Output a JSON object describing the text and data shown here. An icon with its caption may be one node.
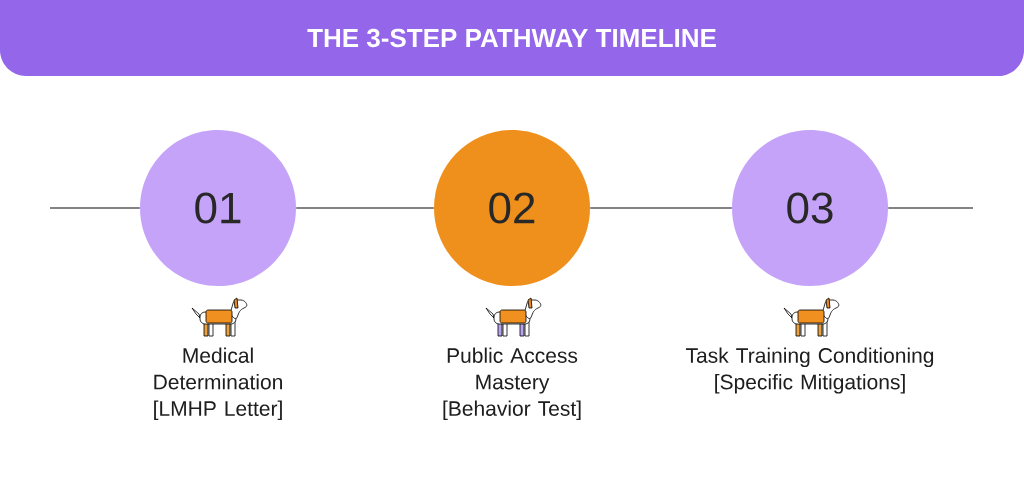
{
  "diagram": {
    "title": "THE 3-STEP PATHWAY TIMELINE",
    "nodes": [
      {
        "text": [
          "01"
        ],
        "beside": [
          "Medical Determination [LMHP Letter]"
        ]
      },
      {
        "text": [
          "02"
        ],
        "beside": [
          "Public Access Mastery [Behavior Test]"
        ]
      },
      {
        "text": [
          "03"
        ],
        "beside": [
          "Task Training Conditioning [Specific Mitigations]"
        ]
      }
    ],
    "edges": [
      {
        "from": null,
        "to": 0,
        "arrow": "none"
      },
      {
        "from": 0,
        "to": 1,
        "arrow": "none"
      },
      {
        "from": 1,
        "to": 2,
        "arrow": "none"
      },
      {
        "from": 2,
        "to": null,
        "arrow": "none"
      }
    ]
  }
}
